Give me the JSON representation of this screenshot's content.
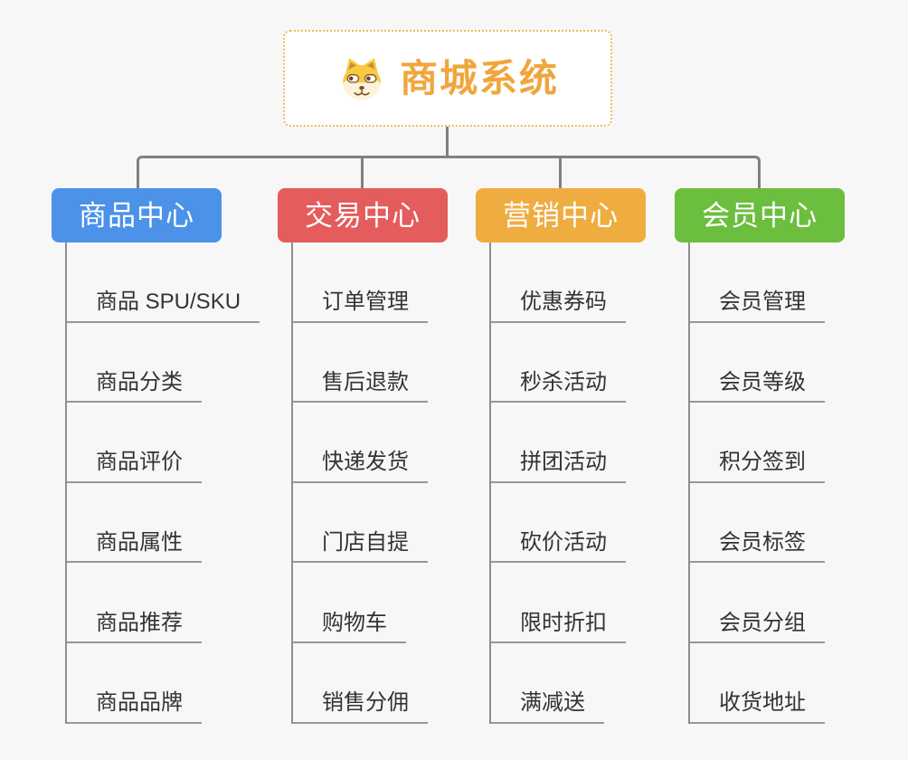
{
  "page": {
    "background_color": "#f7f7f7",
    "connector_color": "#808080",
    "leaf_underline_color": "#979797",
    "leaf_text_color": "#333333"
  },
  "root": {
    "title": "商城系统",
    "icon": "dog-icon",
    "text_color": "#f0a63c",
    "border_color": "#efb95e",
    "background_color": "#ffffff"
  },
  "branches": [
    {
      "label": "商品中心",
      "color": "#4b92e8",
      "children": [
        "商品 SPU/SKU",
        "商品分类",
        "商品评价",
        "商品属性",
        "商品推荐",
        "商品品牌"
      ]
    },
    {
      "label": "交易中心",
      "color": "#e45c5c",
      "children": [
        "订单管理",
        "售后退款",
        "快递发货",
        "门店自提",
        "购物车",
        "销售分佣"
      ]
    },
    {
      "label": "营销中心",
      "color": "#efac40",
      "children": [
        "优惠券码",
        "秒杀活动",
        "拼团活动",
        "砍价活动",
        "限时折扣",
        "满减送"
      ]
    },
    {
      "label": "会员中心",
      "color": "#6cbe3e",
      "children": [
        "会员管理",
        "会员等级",
        "积分签到",
        "会员标签",
        "会员分组",
        "收货地址"
      ]
    }
  ]
}
